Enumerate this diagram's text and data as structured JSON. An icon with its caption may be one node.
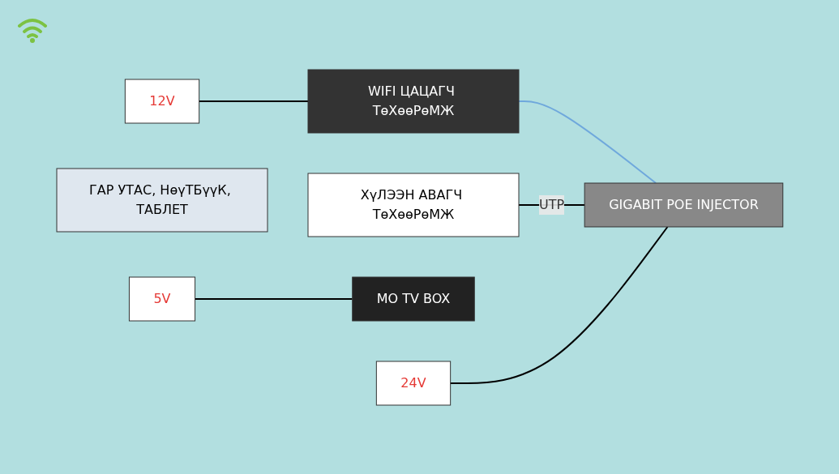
{
  "diagram": {
    "nodes": [
      {
        "text": [
          "ХүЛЭЭН АВАГЧ ТөХөөРөМЖ"
        ]
      },
      {
        "text": [
          "WIFI ЦАЦАГЧ ТөХөөРөМЖ"
        ]
      },
      {
        "text": [
          "12V"
        ]
      },
      {
        "text": [
          "ГАР УТАС, НөүТБүүК, ТАБЛЕТ"
        ]
      },
      {
        "text": [
          "MO TV BOX"
        ]
      },
      {
        "text": [
          "5V"
        ]
      },
      {
        "text": [
          "GIGABIT POE INJECTOR"
        ]
      },
      {
        "text": [
          "24V"
        ]
      }
    ],
    "edges": [
      {
        "from": 2,
        "to": 1,
        "arrow": "none"
      },
      {
        "from": 1,
        "to": 6,
        "arrow": "none",
        "color": "#6fa8dc"
      },
      {
        "from": 0,
        "to": 6,
        "arrow": "none",
        "label": "UTP"
      },
      {
        "from": 7,
        "to": 6,
        "arrow": "none"
      },
      {
        "from": 5,
        "to": 4,
        "arrow": "none"
      }
    ]
  }
}
